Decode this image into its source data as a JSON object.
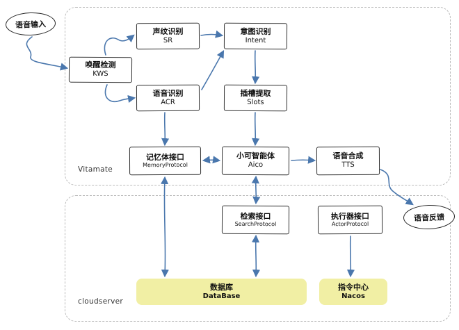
{
  "diagram": {
    "input_label": "语音输入",
    "feedback_label": "语音反馈",
    "groups": [
      {
        "id": "vitamate",
        "label": "Vitamate"
      },
      {
        "id": "cloudserver",
        "label": "cloudserver"
      }
    ],
    "nodes": [
      {
        "id": "kws",
        "title": "唤醒检测",
        "subtitle": "KWS"
      },
      {
        "id": "sr",
        "title": "声纹识别",
        "subtitle": "SR"
      },
      {
        "id": "intent",
        "title": "意图识别",
        "subtitle": "Intent"
      },
      {
        "id": "acr",
        "title": "语音识别",
        "subtitle": "ACR"
      },
      {
        "id": "slots",
        "title": "插槽提取",
        "subtitle": "Slots"
      },
      {
        "id": "memory",
        "title": "记忆体接口",
        "subtitle": "MemoryProtocol"
      },
      {
        "id": "aico",
        "title": "小可智能体",
        "subtitle": "Aico"
      },
      {
        "id": "tts",
        "title": "语音合成",
        "subtitle": "TTS"
      },
      {
        "id": "search",
        "title": "检索接口",
        "subtitle": "SearchProtocol"
      },
      {
        "id": "actor",
        "title": "执行器接口",
        "subtitle": "ActorProtocol"
      },
      {
        "id": "database",
        "title": "数据库",
        "subtitle": "DataBase"
      },
      {
        "id": "nacos",
        "title": "指令中心",
        "subtitle": "Nacos"
      }
    ],
    "colors": {
      "arrow": "#4a77ad",
      "box_border": "#2d2d2d",
      "group_border": "#b9b9b9",
      "highlight_fill": "#f1efa4",
      "background": "#ffffff"
    }
  }
}
